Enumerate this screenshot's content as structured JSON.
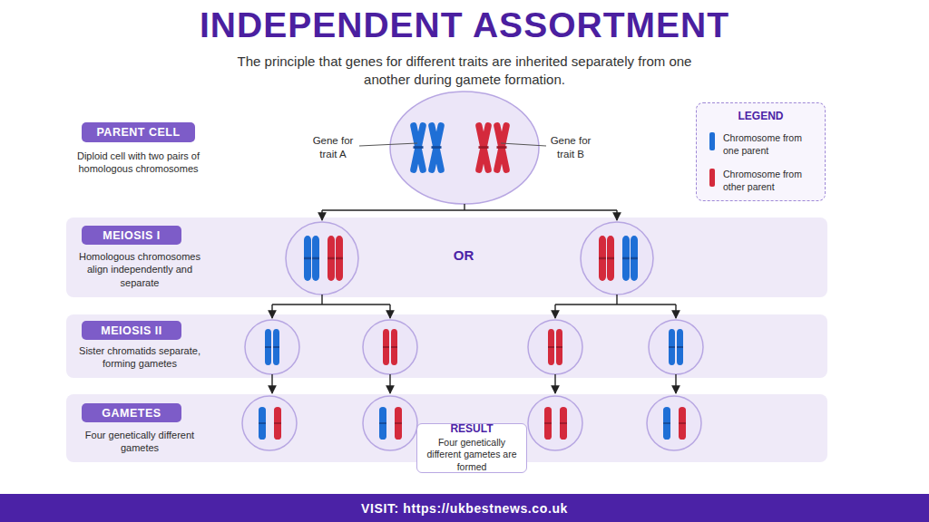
{
  "diagram": {
    "title": "INDEPENDENT ASSORTMENT",
    "caption": "The principle that genes for different traits are inherited separately from one another during gamete formation.",
    "nodes": [
      {
        "text": [
          "PARENT CELL"
        ]
      },
      {
        "text": [
          "Homologous chromosomes align independently and separate"
        ]
      },
      {
        "text": [
          "MEIOSIS I"
        ],
        "in": 1
      },
      {
        "text": [
          "Sister chromatids separate, forming gametes"
        ]
      },
      {
        "text": [
          "MEIOSIS II"
        ],
        "in": 3
      },
      {
        "text": [
          "Four genetically different gametes"
        ]
      },
      {
        "text": [
          "GAMETES"
        ],
        "in": 5
      },
      {
        "text": [
          "RESULT",
          "Four genetically different gametes are formed"
        ]
      },
      {
        "text": [
          "VISIT: https://ukbestnews.co.uk"
        ]
      }
    ],
    "labels": [
      "Diploid cell with two pairs of homologous chromosomes",
      "Gene for trait A",
      "Gene for trait B",
      "LEGEND",
      "OR"
    ],
    "legend": [
      {
        "text": "Chromosome from one parent",
        "color": "#1f6fd6"
      },
      {
        "text": "Chromosome from other parent",
        "color": "#d42a3c"
      }
    ]
  }
}
